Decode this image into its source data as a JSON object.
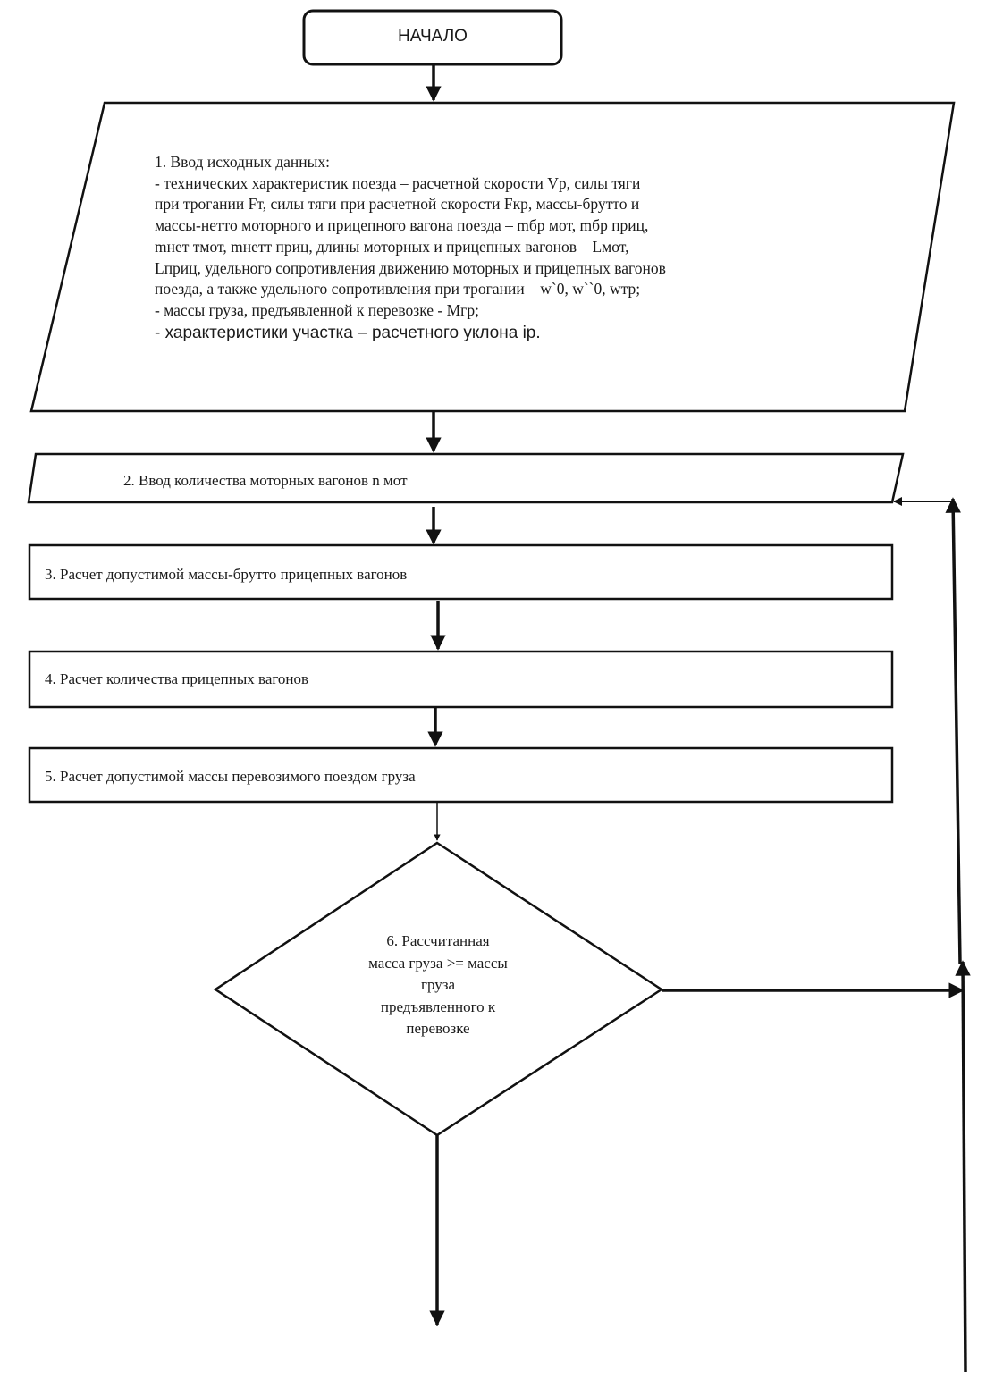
{
  "flowchart": {
    "start": {
      "label": "НАЧАЛО"
    },
    "step1": {
      "lines": [
        "1. Ввод исходных данных:",
        "- технических характеристик поезда –  расчетной скорости Vр, силы тяги",
        "при трогании Fт, силы тяги при расчетной скорости Fкр, массы-брутто  и",
        "массы-нетто моторного и прицепного вагона поезда – mбр мот, mбр приц,",
        "mнет тмот, mнетт приц, длины моторных и прицепных вагонов – Lмот,",
        "Lприц, удельного сопротивления движению моторных и прицепных вагонов",
        "поезда, а также удельного сопротивления при трогании – w`0, w``0,  wтр;",
        "- массы груза, предъявленной к перевозке -  Мгр;",
        "- характеристики участка – расчетного уклона iр."
      ]
    },
    "step2": {
      "label": "2. Ввод количества  моторных вагонов n мот"
    },
    "step3": {
      "label": "3. Расчет допустимой массы-брутто прицепных вагонов"
    },
    "step4": {
      "label": "4. Расчет  количества прицепных вагонов"
    },
    "step5": {
      "label": "5. Расчет допустимой массы перевозимого поездом груза"
    },
    "step6": {
      "lines": [
        "6. Рассчитанная",
        "масса груза >= массы",
        "груза",
        "предъявленного к",
        "перевозке"
      ]
    }
  }
}
